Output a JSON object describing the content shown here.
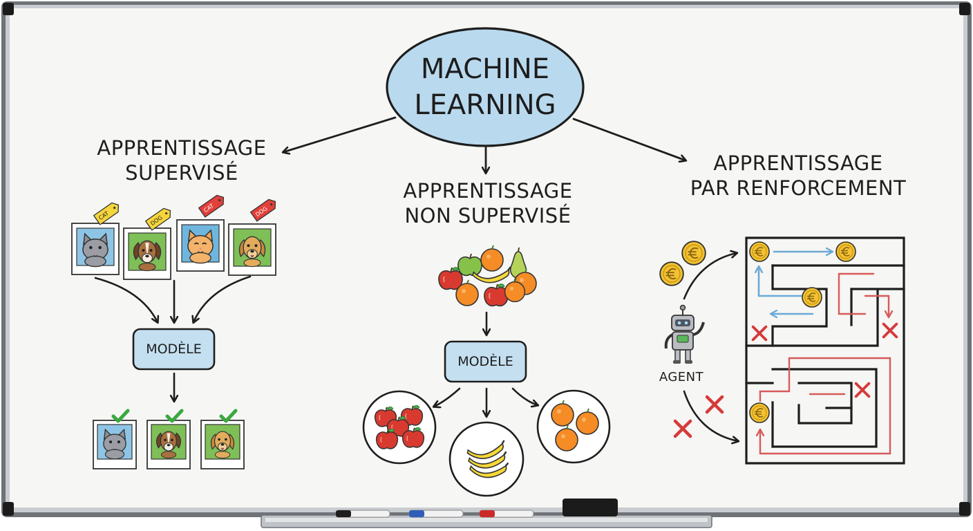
{
  "title": {
    "line1": "MACHINE",
    "line2": "LEARNING"
  },
  "branches": {
    "supervised": {
      "line1": "APPRENTISSAGE",
      "line2": "SUPERVISÉ",
      "model_label": "MODÈLE",
      "tags": [
        "CAT",
        "DOG",
        "CAT",
        "DOG"
      ]
    },
    "unsupervised": {
      "line1": "APPRENTISSAGE",
      "line2": "NON SUPERVISÉ",
      "model_label": "MODÈLE"
    },
    "reinforcement": {
      "line1": "APPRENTISSAGE",
      "line2": "PAR RENFORCEMENT",
      "agent_label": "AGENT"
    }
  },
  "colors": {
    "title_fill": "#b9d9ee",
    "model_fill": "#c4dff0",
    "ink": "#1e1e1e",
    "success_green": "#3aa83f",
    "fail_red": "#d63a3a",
    "path_blue": "#6aa9d6",
    "coin_gold": "#f2c232",
    "tag_yellow": "#f5d53c",
    "tag_red": "#e2403a"
  },
  "icons": {
    "supervised_inputs": [
      "cat-photo-icon",
      "dog-photo-icon",
      "cat-photo-icon",
      "dog-photo-icon"
    ],
    "supervised_outputs": [
      "cat-photo-icon",
      "dog-photo-icon",
      "dog-photo-icon"
    ],
    "check": "checkmark-icon",
    "cross": "cross-icon",
    "coin": "euro-coin-icon",
    "agent": "robot-icon"
  }
}
